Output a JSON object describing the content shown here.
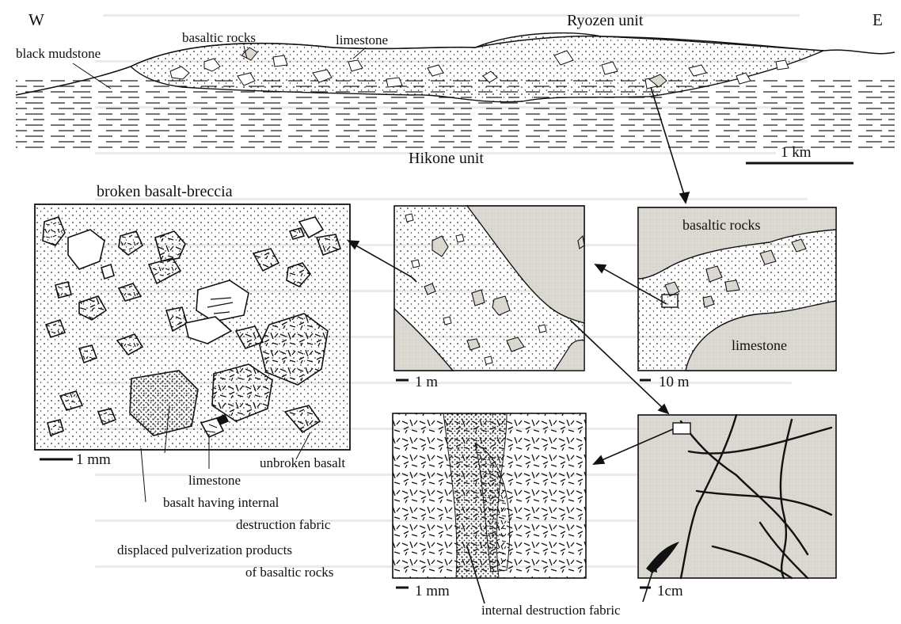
{
  "cross_section": {
    "west_label": "W",
    "east_label": "E",
    "upper_unit": "Ryozen unit",
    "lower_unit": "Hikone unit",
    "labels": {
      "black_mudstone": "black mudstone",
      "basaltic_rocks": "basaltic rocks",
      "limestone": "limestone"
    },
    "scale": "1 km"
  },
  "breccia_panel": {
    "title": "broken basalt-breccia",
    "scale": "1 mm",
    "labels": {
      "limestone": "limestone",
      "unbroken_basalt": "unbroken basalt",
      "basalt_internal_1": "basalt having internal",
      "basalt_internal_2": "destruction fabric",
      "displaced_1": "displaced pulverization products",
      "displaced_2": "of basaltic rocks"
    }
  },
  "panel_1m": {
    "scale": "1 m"
  },
  "panel_10m": {
    "scale": "10 m",
    "basaltic_rocks": "basaltic rocks",
    "limestone": "limestone"
  },
  "panel_1mm": {
    "scale": "1 mm"
  },
  "panel_1cm": {
    "scale": "1cm"
  },
  "footer": {
    "internal_fabric": "internal destruction fabric"
  },
  "colors": {
    "ink": "#111111",
    "limestone_fill": "#d9d6d0",
    "paper": "#ffffff"
  }
}
